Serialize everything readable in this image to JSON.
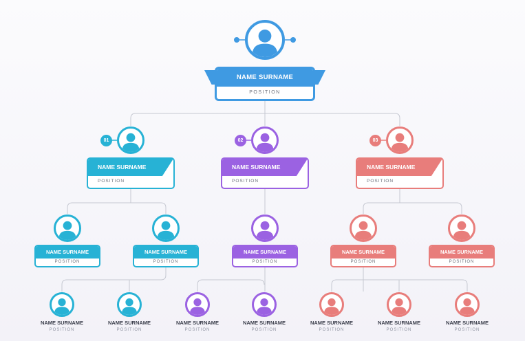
{
  "colors": {
    "root": "#3f9ae2",
    "teal": "#27b2d5",
    "purple": "#9b62e2",
    "coral": "#e87d7b",
    "line": "#c5c8d1"
  },
  "root": {
    "name": "NAME SURNAME",
    "position": "POSITION",
    "icon": "person-icon"
  },
  "managers": [
    {
      "number": "01",
      "name": "NAME SURNAME",
      "position": "POSITION",
      "color": "teal",
      "icon": "person-icon"
    },
    {
      "number": "02",
      "name": "NAME SURNAME",
      "position": "POSITION",
      "color": "purple",
      "icon": "person-icon"
    },
    {
      "number": "03",
      "name": "NAME SURNAME",
      "position": "POSITION",
      "color": "coral",
      "icon": "person-icon"
    }
  ],
  "leads": [
    {
      "name": "NAME SURNAME",
      "position": "POSITION",
      "color": "teal"
    },
    {
      "name": "NAME SURNAME",
      "position": "POSITION",
      "color": "teal"
    },
    {
      "name": "NAME SURNAME",
      "position": "POSITION",
      "color": "purple"
    },
    {
      "name": "NAME SURNAME",
      "position": "POSITION",
      "color": "coral"
    },
    {
      "name": "NAME SURNAME",
      "position": "POSITION",
      "color": "coral"
    }
  ],
  "staff": [
    {
      "name": "NAME SURNAME",
      "position": "POSITION",
      "color": "teal"
    },
    {
      "name": "NAME SURNAME",
      "position": "POSITION",
      "color": "teal"
    },
    {
      "name": "NAME SURNAME",
      "position": "POSITION",
      "color": "purple"
    },
    {
      "name": "NAME SURNAME",
      "position": "POSITION",
      "color": "purple"
    },
    {
      "name": "NAME SURNAME",
      "position": "POSITION",
      "color": "coral"
    },
    {
      "name": "NAME SURNAME",
      "position": "POSITION",
      "color": "coral"
    },
    {
      "name": "NAME SURNAME",
      "position": "POSITION",
      "color": "coral"
    }
  ]
}
